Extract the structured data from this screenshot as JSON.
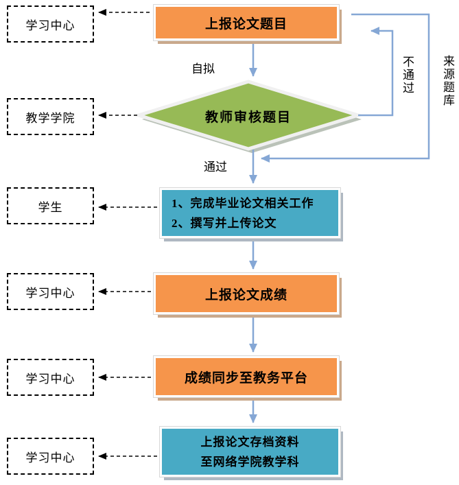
{
  "colors": {
    "orange": "#F6954B",
    "green": "#97BA56",
    "teal": "#48AAC5",
    "arrow_blue": "#85A7D5",
    "shadow_tan": "#C9A98C",
    "shadow_gray": "#AFB8C2",
    "diamond_shadow": "#A9B3A6",
    "dashed_black": "#000000"
  },
  "lanes": [
    {
      "label": "学习中心"
    },
    {
      "label": "教学学院"
    },
    {
      "label": "学生"
    },
    {
      "label": "学习中心"
    },
    {
      "label": "学习中心"
    },
    {
      "label": "学习中心"
    }
  ],
  "nodes": {
    "report_topic": {
      "label": "上报论文题目",
      "shape": "process",
      "fill": "orange"
    },
    "teacher_review": {
      "label": "教师审核题目",
      "shape": "decision",
      "fill": "green"
    },
    "thesis_work": {
      "line1": "1、完成毕业论文相关工作",
      "line2": "2、撰写并上传论文",
      "shape": "process",
      "fill": "teal"
    },
    "report_score": {
      "label": "上报论文成绩",
      "shape": "process",
      "fill": "orange"
    },
    "sync_score": {
      "label": "成绩同步至教务平台",
      "shape": "process",
      "fill": "orange"
    },
    "archive": {
      "line1": "上报论文存档资料",
      "line2": "至网络学院教学科",
      "shape": "process",
      "fill": "teal"
    }
  },
  "edge_labels": {
    "self_drafted": "自拟",
    "pass": "通过",
    "fail": "不通过",
    "from_question_bank": "来源题库"
  }
}
